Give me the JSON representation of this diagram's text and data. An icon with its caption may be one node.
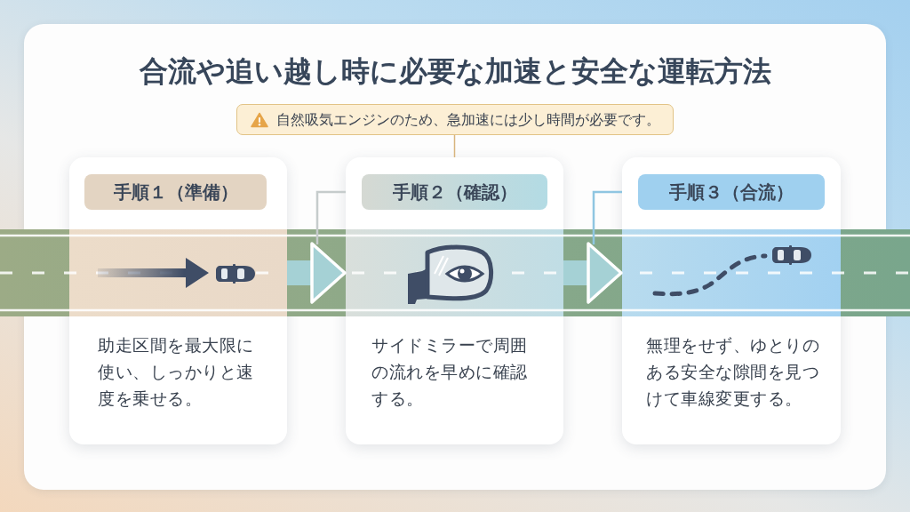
{
  "diagram": {
    "title": "合流や追い越し時に必要な加速と安全な運転方法",
    "nodes": [
      {
        "text": [
          "自然吸気エンジンのため、急加速には少し時間が必要です。"
        ]
      },
      {
        "text": [
          "助走区間を最大限に使い、しっかりと速度を乗せる。"
        ]
      },
      {
        "text": [
          "手順１（準備）"
        ],
        "in": 1
      },
      {
        "text": [
          "サイドミラーで周囲の流れを早めに確認する。"
        ]
      },
      {
        "text": [
          "手順２（確認）"
        ],
        "in": 3
      },
      {
        "text": [
          "無理をせず、ゆとりのある安全な隙間を見つけて車線変更する。"
        ]
      },
      {
        "text": [
          "手順３（合流）"
        ],
        "in": 5
      }
    ],
    "edges": [
      {
        "from": 0,
        "to": 3,
        "arrow": "none",
        "color": "#d8b57e"
      },
      {
        "from": 1,
        "to": 3,
        "arrow": "to"
      },
      {
        "from": 3,
        "to": 5,
        "arrow": "to"
      }
    ]
  }
}
